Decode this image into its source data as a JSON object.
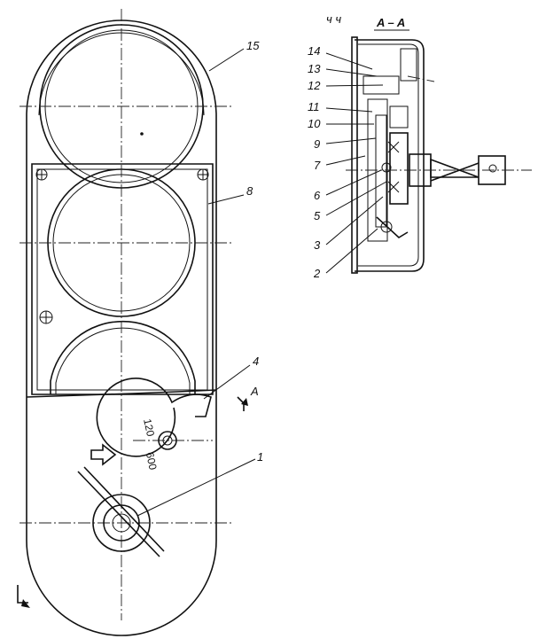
{
  "drawing": {
    "section_title": "A – A",
    "top_marks": "ч  ч",
    "section_arrow_label": "A",
    "bottom_section_mark": "L",
    "callouts_front": [
      "15",
      "8",
      "4",
      "1"
    ],
    "callouts_section": [
      "14",
      "13",
      "12",
      "11",
      "10",
      "9",
      "7",
      "6",
      "5",
      "3",
      "2"
    ],
    "dial_text_top": "120",
    "dial_text_bottom": "600"
  }
}
